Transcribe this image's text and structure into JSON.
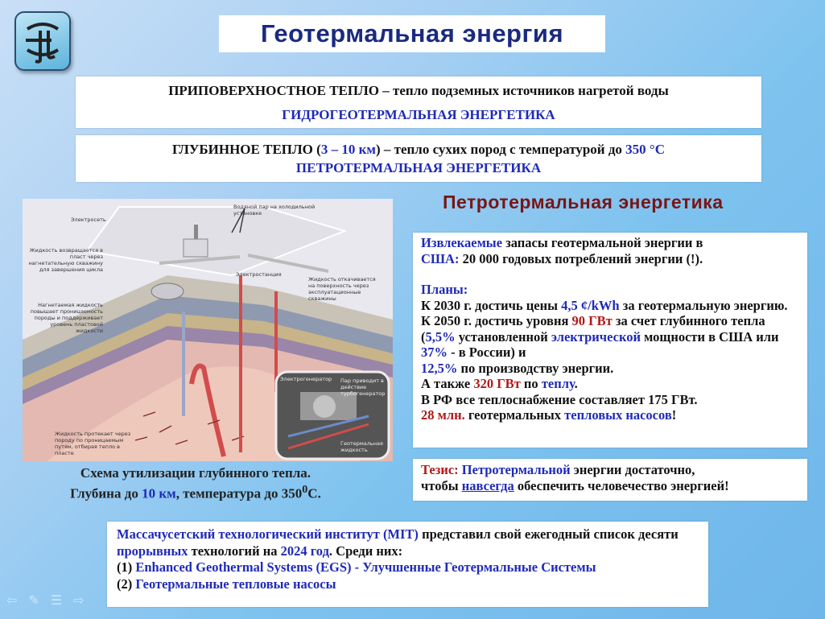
{
  "title": "Геотермальная  энергия",
  "near_surface": {
    "line1_a": "ПРИПОВЕРХНОСТНОЕ   ТЕПЛО",
    "line1_b": " – тепло подземных источников нагретой воды",
    "line2": "ГИДРОГЕОТЕРМАЛЬНАЯ  ЭНЕРГЕТИКА"
  },
  "deep": {
    "a": "ГЛУБИННОЕ  ТЕПЛО (",
    "depth": "3 – 10 км",
    "b": ") – тепло сухих пород с температурой до ",
    "temp": "350 °С",
    "line2": "ПЕТРОТЕРМАЛЬНАЯ   ЭНЕРГЕТИКА"
  },
  "petro_title": "Петротермальная  энергетика",
  "diagram_labels": {
    "power_line": "Электросеть",
    "steam": "Водяной пар на холодильной установке",
    "plant": "Электростанция",
    "cold_return": "Жидкость возвращается в пласт через нагнетательную скважину для завершения цикла",
    "hot_fluid": "Нагнетаемая жидкость повышает проницаемость породы и поддерживает уровень пластовой жидкости",
    "extract": "Жидкость откачивается на поверхность через эксплуатационные скважины",
    "porous": "Жидкость протекает через породу по проницаемым путям, отбирая тепло в пласте",
    "generator": "Электрогенератор",
    "turbine": "Пар приводит в действие турбогенератор",
    "geofluid": "Геотермальная жидкость"
  },
  "caption": {
    "line1": "Схема  утилизации  глубинного  тепла.",
    "line2_a": "Глубина до ",
    "line2_b": "10 км",
    "line2_c": ", температура до 350",
    "line2_sup": "0",
    "line2_d": "С."
  },
  "facts": {
    "p1_a": "Извлекаемые",
    "p1_b": " запасы геотермальной энергии в",
    "p1_c": "США:",
    "p1_d": "  20 000 годовых потреблений энергии (!).",
    "plans": "Планы:",
    "l1_a": "К 2030 г. достичь цены ",
    "l1_b": "4,5 ¢/kWh",
    "l1_c": " за геотермальную энергию.",
    "l2_a": "К 2050 г. достичь уровня  ",
    "l2_b": "90 ГВт",
    "l2_c": " за счет глубинного тепла (",
    "l2_d": "5,5%",
    "l2_e": " установленной ",
    "l2_f": "электрической",
    "l2_g": " мощности в США или ",
    "l2_h": "37%",
    "l2_i": " - в России) и",
    "l3_a": "12,5%",
    "l3_b": "  по производству энергии.",
    "l4_a": "А также ",
    "l4_b": "320 ГВт",
    "l4_c": " по ",
    "l4_d": "теплу",
    "l4_e": ".",
    "l5": "В РФ все теплоснабжение составляет 175 ГВт.",
    "l6_a": "28 млн.",
    "l6_b": " геотермальных ",
    "l6_c": "тепловых насосов",
    "l6_d": "!"
  },
  "thesis": {
    "a": "Тезис:",
    "b": " Петротермальной",
    "c": " энергии достаточно,",
    "d": "чтобы ",
    "e": "навсегда",
    "f": " обеспечить человечество энергией!"
  },
  "mit": {
    "a": "Массачусетский технологический институт (MIT)",
    "b": "  представил свой ежегодный список десяти ",
    "c": "прорывных",
    "d": " технологий на ",
    "e": "2024 год",
    "f": ". Среди них:",
    "i1_a": "(1) ",
    "i1_b": "Enhanced  Geothermal Systems (EGS) - Улучшенные Геотермальные Системы",
    "i2_a": "(2) ",
    "i2_b": "Геотермальные тепловые насосы"
  },
  "colors": {
    "title": "#1a2a7e",
    "blue": "#1f2ab8",
    "red": "#b01818",
    "petro_title": "#7a1515"
  }
}
